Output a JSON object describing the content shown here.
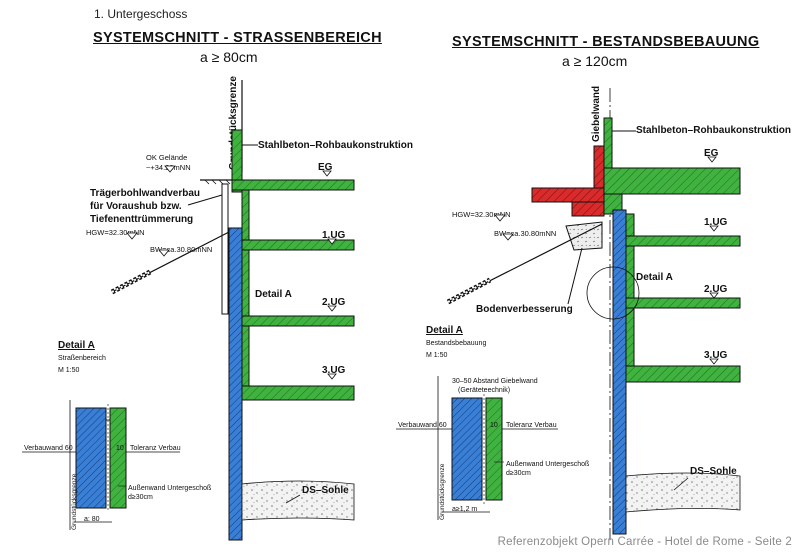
{
  "section_label": "1. Untergeschoss",
  "footer": "Referenzobjekt Opern Carrée - Hotel de Rome - Seite 2",
  "left": {
    "title": "SYSTEMSCHNITT - STRASSENBEREICH",
    "subtitle": "a ≥ 80cm",
    "grundstuecksgrenze": "Grundstücksgrenze",
    "stahlbeton": "Stahlbeton–Rohbaukonstruktion",
    "ok_gelaende_1": "OK Gelände",
    "ok_gelaende_2": "~+34.20mNN",
    "traeger_1": "Trägerbohlwandverbau",
    "traeger_2": "für Voraushub bzw.",
    "traeger_3": "Tiefenenttrümmerung",
    "hgw": "HGW=32.30mNN",
    "bw": "BW=ca.30.80mNN",
    "eg": "EG",
    "ug1": "1.UG",
    "ug2": "2.UG",
    "ug3": "3.UG",
    "detail_marker": "Detail A",
    "detail_title": "Detail A",
    "detail_sub": "Straßenbereich",
    "detail_scale": "M 1:50",
    "verbauwand": "Verbauwand 60",
    "toleranz_val": "10",
    "toleranz": "Toleranz Verbau",
    "aussenwand_1": "Außenwand Untergeschoß",
    "aussenwand_2": "d≥30cm",
    "dim": "a: 80",
    "ds_sohle": "DS–Sohle",
    "grenze_small": "Grundstücksgrenze"
  },
  "right": {
    "title": "SYSTEMSCHNITT - BESTANDSBEBAUUNG",
    "subtitle": "a ≥ 120cm",
    "giebelwand": "Giebelwand",
    "stahlbeton": "Stahlbeton–Rohbaukonstruktion",
    "hgw": "HGW=32.30mNN",
    "bw": "BW=ca.30.80mNN",
    "eg": "EG",
    "ug1": "1.UG",
    "ug2": "2.UG",
    "ug3": "3.UG",
    "detail_marker": "Detail A",
    "bodenverbesserung": "Bodenverbesserung",
    "detail_title": "Detail A",
    "detail_sub": "Bestandsbebauung",
    "detail_scale": "M 1:50",
    "abstand_1": "30–50 Abstand Giebelwand",
    "abstand_2": "(Geräteteechnik)",
    "verbauwand": "Verbauwand 60",
    "toleranz_val": "10",
    "toleranz": "Toleranz Verbau",
    "aussenwand_1": "Außenwand Untergeschoß",
    "aussenwand_2": "d≥30cm",
    "dim": "a≥1,2 m",
    "ds_sohle": "DS–Sohle",
    "grenze_small": "Grundstücksgrenze"
  },
  "colors": {
    "concrete_green": "#3fb23f",
    "wall_blue": "#3a7fd6",
    "existing_red": "#d92b2b",
    "line": "#111111"
  }
}
